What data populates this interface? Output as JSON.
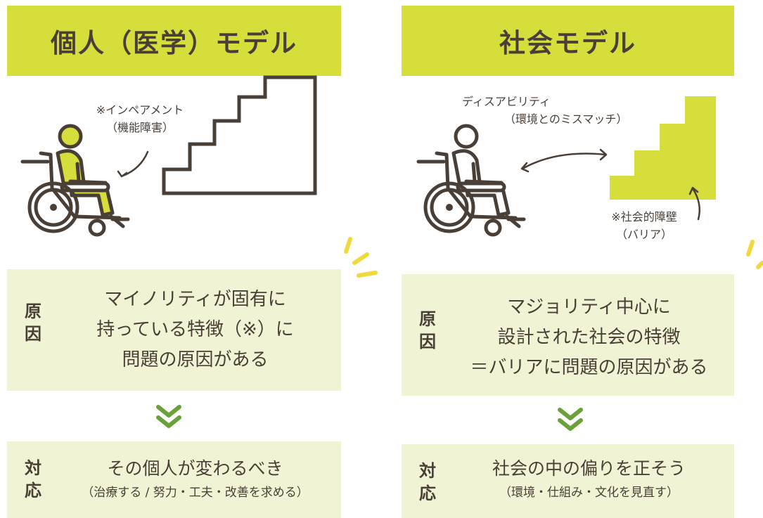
{
  "colors": {
    "accent": "#d6de3c",
    "box_bg": "#f0f3d4",
    "text": "#4a3f37",
    "arrow_green": "#6aa138",
    "spark": "#f0d93a"
  },
  "left": {
    "title": "個人（医学）モデル",
    "annotation_line1": "※インペアメント",
    "annotation_line2": "（機能障害）",
    "cause_label_1": "原",
    "cause_label_2": "因",
    "cause_lines": [
      "マイノリティが固有に",
      "持っている特徴（※）に",
      "問題の原因がある"
    ],
    "response_label_1": "対",
    "response_label_2": "応",
    "response_main": "その個人が変わるべき",
    "response_sub": "（治療する / 努力・工夫・改善を求める）"
  },
  "right": {
    "title": "社会モデル",
    "annotation_top_line1": "ディスアビリティ",
    "annotation_top_line2": "（環境とのミスマッチ）",
    "annotation_bottom_line1": "※社会的障壁",
    "annotation_bottom_line2": "（バリア）",
    "cause_label_1": "原",
    "cause_label_2": "因",
    "cause_lines": [
      "マジョリティ中心に",
      "設計された社会の特徴",
      "＝バリアに問題の原因がある"
    ],
    "response_label_1": "対",
    "response_label_2": "応",
    "response_main": "社会の中の偏りを正そう",
    "response_sub": "（環境・仕組み・文化を見直す）"
  },
  "icons": {
    "wheelchair": "wheelchair-user-icon",
    "stairs": "stairs-icon",
    "arrow": "chevron-down-icon"
  }
}
